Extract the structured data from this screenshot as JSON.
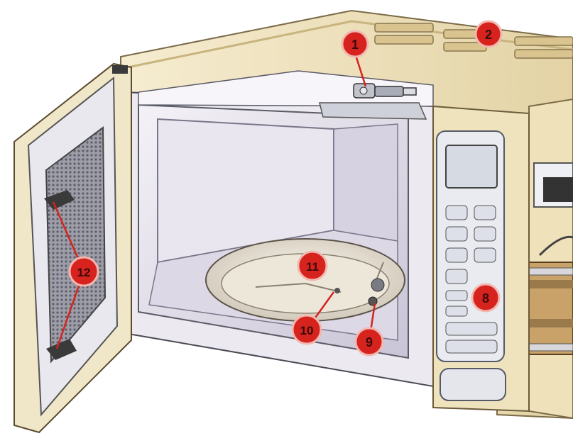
{
  "diagram": {
    "callouts": [
      {
        "id": "c1",
        "label": "1"
      },
      {
        "id": "c2",
        "label": "2"
      },
      {
        "id": "c8",
        "label": "8"
      },
      {
        "id": "c9",
        "label": "9"
      },
      {
        "id": "c10",
        "label": "10"
      },
      {
        "id": "c11",
        "label": "11"
      },
      {
        "id": "c12",
        "label": "12"
      }
    ]
  },
  "colors": {
    "callout_fill": "#d6231e",
    "callout_ring": "#f2b7b0",
    "casing": "#f1e6c6",
    "casing_shadow": "#d9c89a",
    "cavity": "#e6e2ec",
    "cavity_shadow": "#b9b3c7",
    "panel": "#eceef3",
    "mesh": "#8a8a96",
    "leader": "#d6231e"
  },
  "icons": [
    "door-hinge-icon",
    "transformer-icon",
    "connector-icon"
  ]
}
